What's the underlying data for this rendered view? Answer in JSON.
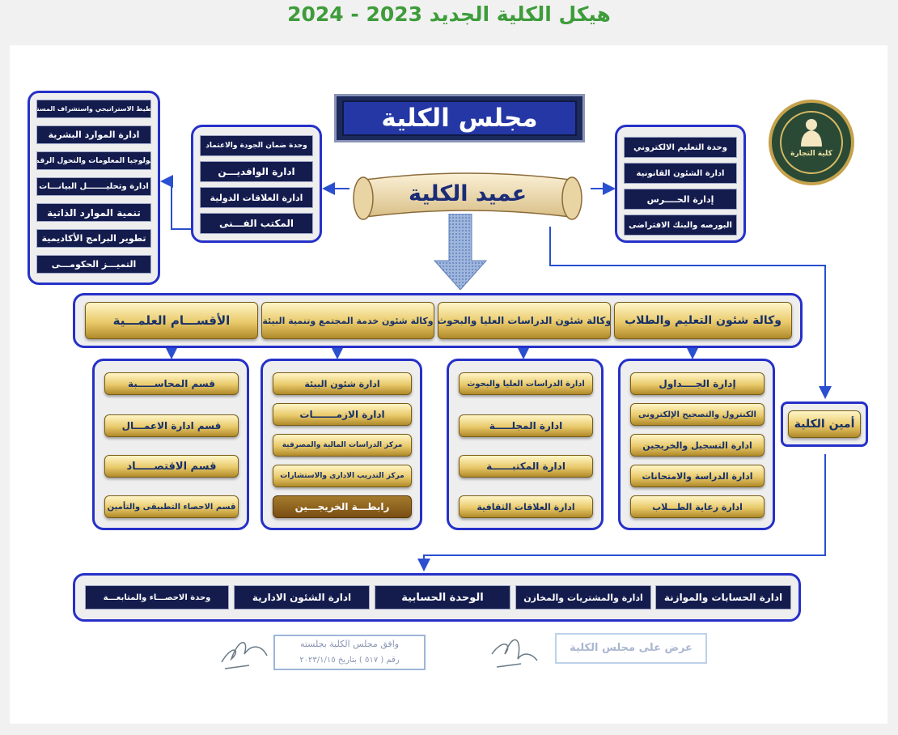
{
  "title": "هيكل الكلية الجديد  2023 - 2024",
  "council": "مجلس الكلية",
  "dean": "عميد الكلية",
  "seal_label": "كلية التجارة",
  "units_left": [
    "التخطيط الاستراتيجي واستشراف المستقبل",
    "ادارة الموارد البشرية",
    "تكنولوجيا المعلومات والتحول الرقمي",
    "ادارة وتحليـــــــل البيانـــات",
    "تنمية الموارد الذاتية",
    "تطوير البرامج الأكاديمية",
    "التميـــز الحكومـــى"
  ],
  "units_mid_left": [
    "وحدة ضمان الجودة والاعتماد",
    "ادارة الوافديـــن",
    "ادارة العلاقات الدولية",
    "المكتب الفـــنى"
  ],
  "units_right": [
    "وحدة التعليم الالكتروني",
    "ادارة الشئون القانونية",
    "إدارة الحــــرس",
    "البورصه والبنك الافتراضى"
  ],
  "vice_deans": [
    "وكالة شئون التعليم والطلاب",
    "وكالة شئون الدراسات العليا والبحوث",
    "وكالة شئون خدمة المجتمع وتنمية البيئة",
    "الأقســـام العلمـــية"
  ],
  "edu_units": [
    "إدارة الجــــداول",
    "الكنترول والتصحيح الإلكترونى",
    "ادارة التسجيل والخريجين",
    "ادارة الدراسة والامتحانات",
    "ادارة رعاية الطـــلاب"
  ],
  "grad_units": [
    "ادارة الدراسات العليا والبحوث",
    "ادارة المجلـــــة",
    "ادارة المكتبــــــة",
    "ادارة العلاقات الثقافية"
  ],
  "community_units": [
    "ادارة شئون البيئة",
    "ادارة الازمـــــــات",
    "مركز الدراسات المالية والمصرفية",
    "مركز التدريب الادارى والاستشارات",
    "رابطـــة الخريجـــين"
  ],
  "departments": [
    "قسم المحاســـــبة",
    "قسم ادارة الاعمـــال",
    "قسم الاقتصـــــاد",
    "قسم الاحصاء التطبيقى والتأمين"
  ],
  "secretary": "أمين الكلية",
  "admin_units": [
    "ادارة الحسابات والموازنة",
    "ادارة والمشتريات والمخازن",
    "الوحدة الحسابية",
    "ادارة الشئون الادارية",
    "وحدة الاحصـــاء والمتابعـــة"
  ],
  "approval": {
    "line1": "وافق مجلس الكلية بجلسته",
    "line2": "رقم ( ٥١٧ ) بتاريخ ٢٠٢٣/١/١٥",
    "presented": "عرض على مجلس الكلية"
  },
  "colors": {
    "title_green": "#3e9c3a",
    "panel_border": "#2630c8",
    "navy_box": "#141c4e",
    "gold_box": "#e9c96a",
    "connector": "#2a4fd0"
  }
}
